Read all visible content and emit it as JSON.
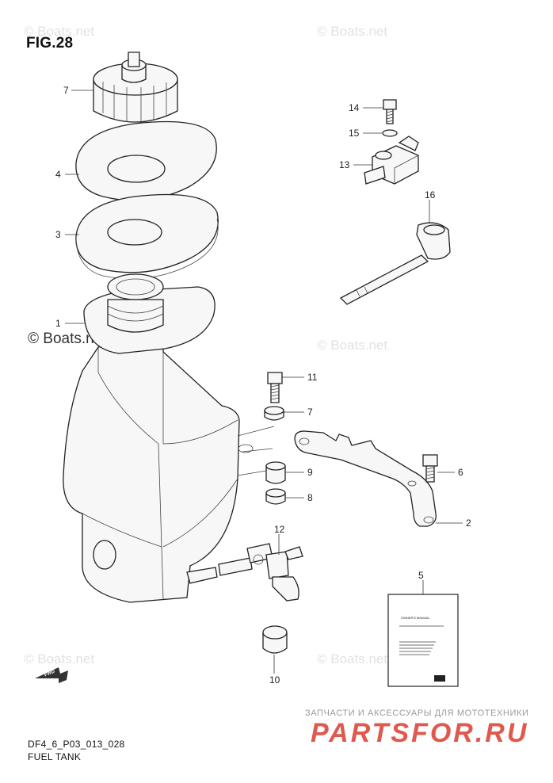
{
  "figure": {
    "title": "FIG.28",
    "code": "DF4_6_P03_013_028",
    "caption": "FUEL TANK"
  },
  "watermark": {
    "text": "© Boats.net",
    "main_text": "© Boats.net"
  },
  "callouts": [
    "1",
    "2",
    "3",
    "4",
    "5",
    "6",
    "7",
    "7",
    "8",
    "9",
    "10",
    "11",
    "12",
    "13",
    "14",
    "15",
    "16"
  ],
  "manual": {
    "label": "OWNER'S MANUAL"
  },
  "fwd_label": "FWD",
  "brand": {
    "tagline": "ЗАПЧАСТИ И АКСЕССУАРЫ ДЛЯ МОТОТЕХНИКИ",
    "logo": "PARTSFOR.RU"
  }
}
